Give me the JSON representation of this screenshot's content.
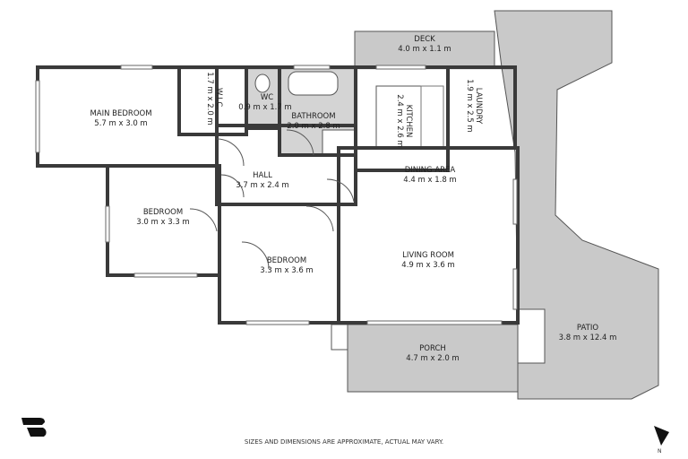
{
  "rooms": {
    "deck": {
      "name": "DECK",
      "size": "4.0 m x 1.1 m"
    },
    "main_bedroom": {
      "name": "MAIN BEDROOM",
      "size": "5.7 m x 3.0 m"
    },
    "wic": {
      "name": "W.I.C.",
      "size": "1.7 m x 2.0 m"
    },
    "wc": {
      "name": "WC",
      "size": "0.9 m x 1.7 m"
    },
    "bathroom": {
      "name": "BATHROOM",
      "size": "2.0 m x 2.8 m"
    },
    "kitchen": {
      "name": "KITCHEN",
      "size": "2.4 m x 2.6 m"
    },
    "laundry": {
      "name": "LAUNDRY",
      "size": "1.9 m x 2.5 m"
    },
    "hall": {
      "name": "HALL",
      "size": "3.7 m x 2.4 m"
    },
    "dining_area": {
      "name": "DINING AREA",
      "size": "4.4 m x 1.8 m"
    },
    "bedroom_1": {
      "name": "BEDROOM",
      "size": "3.0 m x 3.3 m"
    },
    "bedroom_2": {
      "name": "BEDROOM",
      "size": "3.3 m x 3.6 m"
    },
    "living_room": {
      "name": "LIVING ROOM",
      "size": "4.9 m x 3.6 m"
    },
    "porch": {
      "name": "PORCH",
      "size": "4.7 m x 2.0 m"
    },
    "patio": {
      "name": "PATIO",
      "size": "3.8 m x 12.4 m"
    }
  },
  "disclaimer": "SIZES AND DIMENSIONS ARE APPROXIMATE, ACTUAL MAY VARY.",
  "north_label": "N",
  "colors": {
    "outdoor": "#c9c9c9",
    "wall": "#3a3a3a",
    "wet_area": "#d4d4d4"
  }
}
